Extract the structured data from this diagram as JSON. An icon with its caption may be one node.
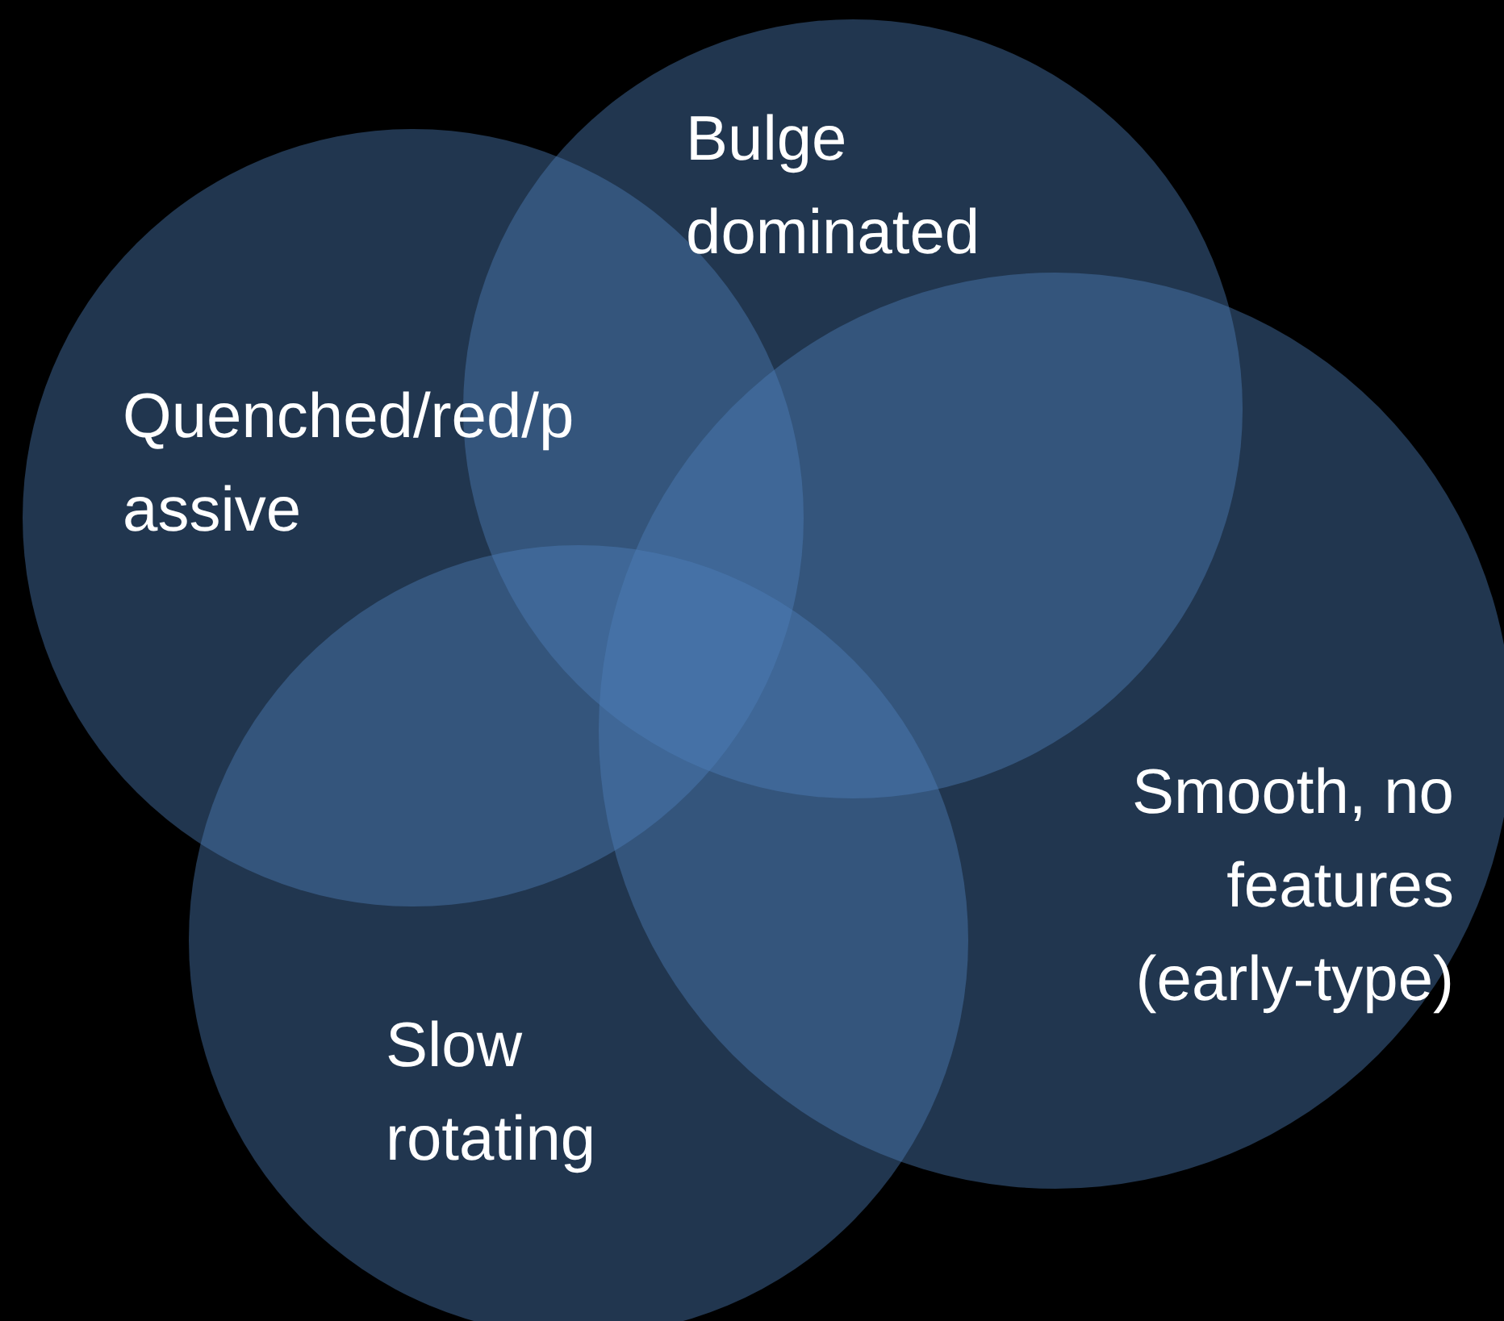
{
  "diagram": {
    "nodes": [
      {
        "text": [
          "Bulge dominated"
        ]
      },
      {
        "text": [
          "Quenched/red/p assive"
        ]
      },
      {
        "text": [
          "Smooth, no features (early-type)"
        ]
      },
      {
        "text": [
          "Slow rotating"
        ]
      }
    ]
  }
}
